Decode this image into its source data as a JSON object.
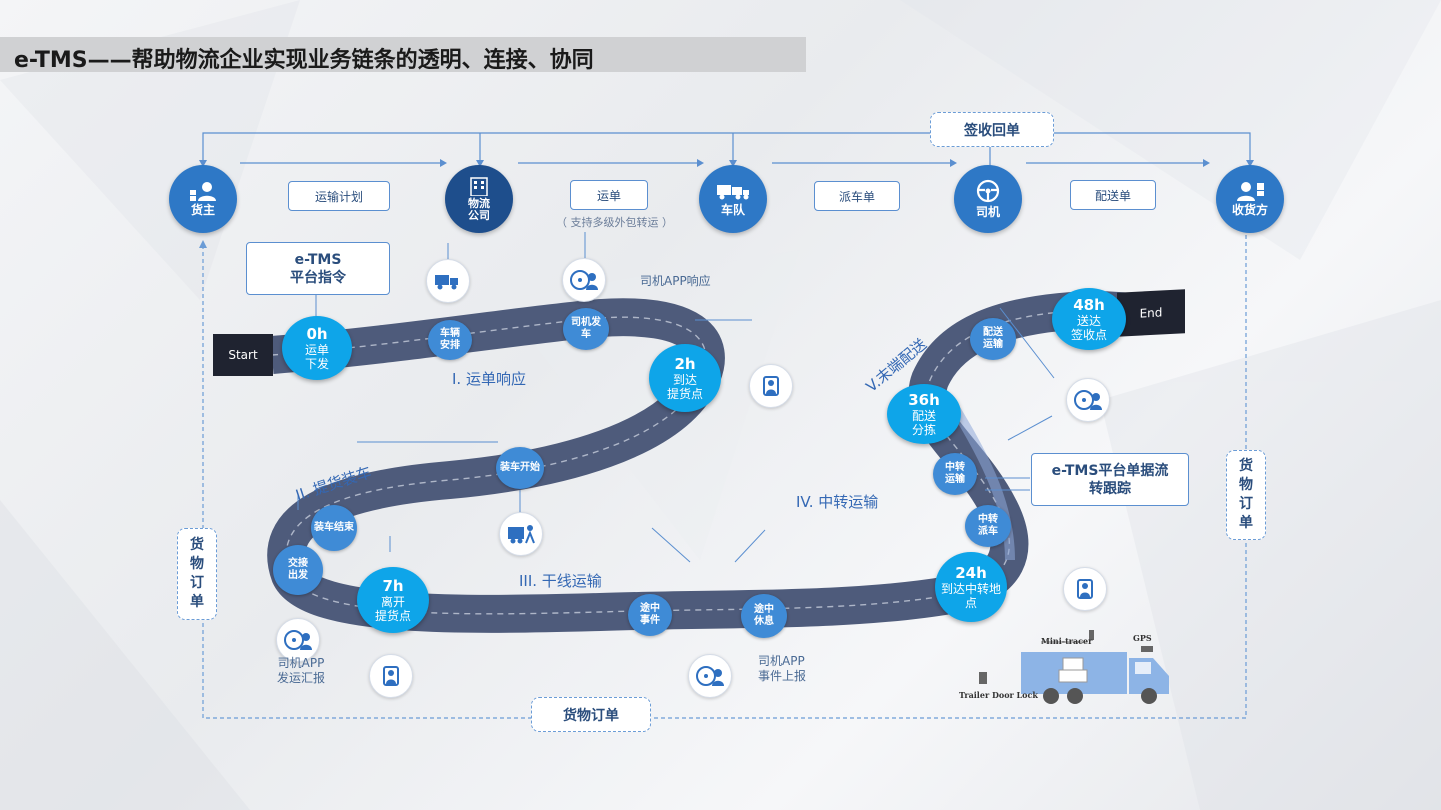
{
  "title": "e-TMS——帮助物流企业实现业务链条的透明、连接、协同",
  "top_nodes": [
    {
      "label": "货主",
      "icon": "user-group-icon"
    },
    {
      "label": "物流\n公司",
      "icon": "building-icon"
    },
    {
      "label": "车队",
      "icon": "truck-fleet-icon"
    },
    {
      "label": "司机",
      "icon": "steering-wheel-icon"
    },
    {
      "label": "收货方",
      "icon": "receiver-icon"
    }
  ],
  "flow_boxes": [
    "运输计划",
    "运单",
    "派车单",
    "配送单"
  ],
  "waybill_note": "（ 支持多级外包转运 ）",
  "receipt_box": "签收回单",
  "platform_box": {
    "line1": "e-TMS",
    "line2": "平台指令"
  },
  "driver_app_response": "司机APP响应",
  "start_label": "Start",
  "end_label": "End",
  "milestones": [
    {
      "h": "0h",
      "l1": "运单",
      "l2": "下发"
    },
    {
      "h": "2h",
      "l1": "到达",
      "l2": "提货点"
    },
    {
      "h": "7h",
      "l1": "离开",
      "l2": "提货点"
    },
    {
      "h": "24h",
      "l1": "到达中转地",
      "l2": "点"
    },
    {
      "h": "36h",
      "l1": "配送",
      "l2": "分拣"
    },
    {
      "h": "48h",
      "l1": "送达",
      "l2": "签收点"
    }
  ],
  "small_nodes": [
    {
      "l1": "车辆",
      "l2": "安排"
    },
    {
      "l1": "司机发",
      "l2": "车"
    },
    {
      "l1": "装车开始",
      "l2": ""
    },
    {
      "l1": "装车结束",
      "l2": ""
    },
    {
      "l1": "交接",
      "l2": "出发"
    },
    {
      "l1": "途中",
      "l2": "事件"
    },
    {
      "l1": "途中",
      "l2": "休息"
    },
    {
      "l1": "中转",
      "l2": "派车"
    },
    {
      "l1": "中转",
      "l2": "运输"
    },
    {
      "l1": "配送",
      "l2": "运输"
    }
  ],
  "phases": [
    "I.  运单响应",
    "II.  提货装车",
    "III.  干线运输",
    "IV.  中转运输",
    "V.末端配送"
  ],
  "tracking_box": {
    "line1": "e-TMS平台单据流",
    "line2": "转跟踪"
  },
  "cargo_order_bottom": "货物订单",
  "cargo_order_vertical": [
    "货",
    "物",
    "订",
    "单"
  ],
  "driver_report": {
    "line1": "司机APP",
    "line2": "发运汇报"
  },
  "driver_event": {
    "line1": "司机APP",
    "line2": "事件上报"
  },
  "truck_labels": {
    "tracer": "Mini-tracer",
    "gps": "GPS",
    "lock": "Trailer Door Lock"
  },
  "colors": {
    "accent": "#0ea5e9",
    "node_blue": "#2e78c6",
    "node_dark": "#1e4e8c",
    "road": "#5a6785"
  }
}
